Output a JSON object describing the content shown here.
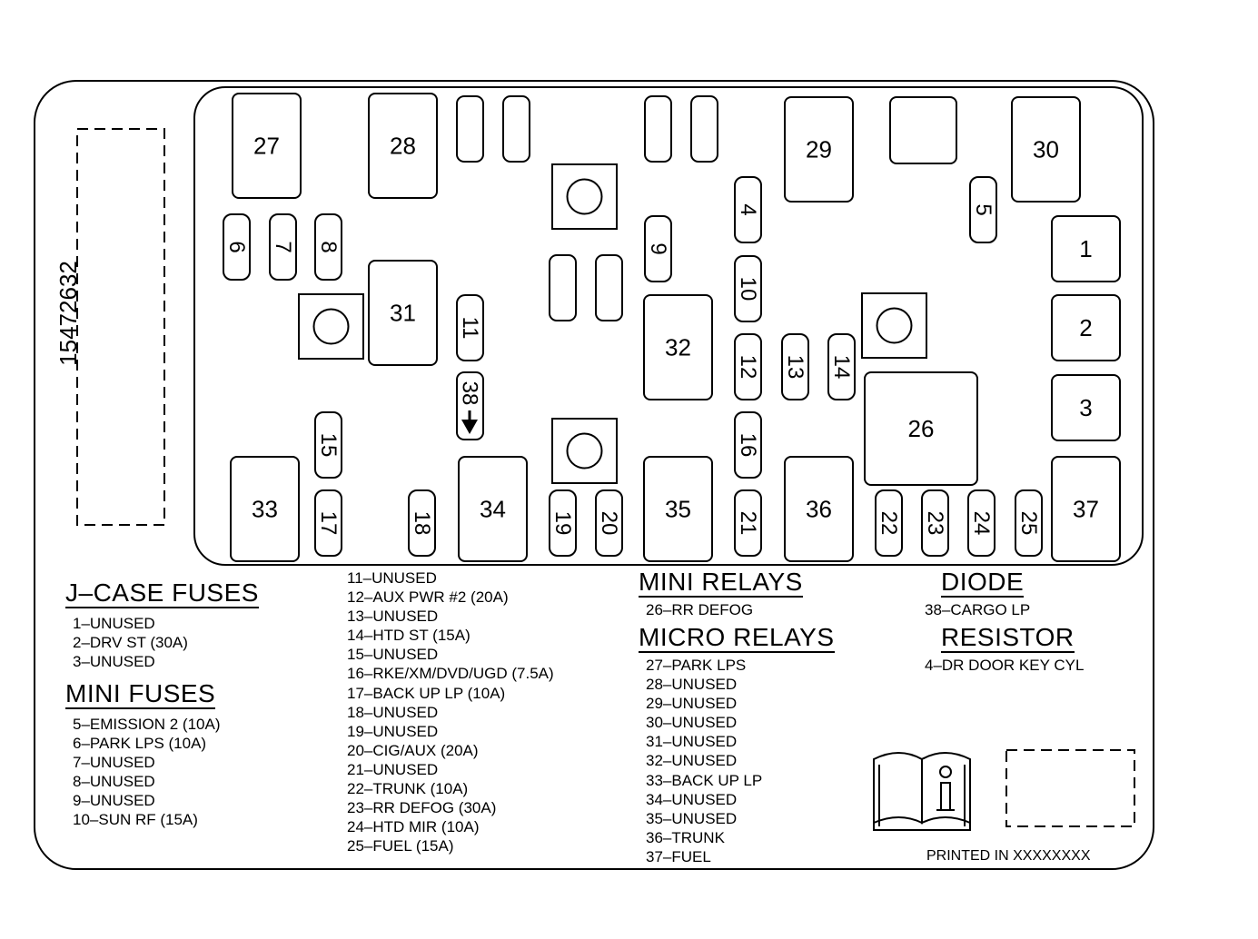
{
  "part_number": "15472632",
  "printed_in": "PRINTED IN XXXXXXXX",
  "boxes": [
    "27",
    "28",
    "29",
    "30",
    "31",
    "32",
    "33",
    "34",
    "35",
    "36",
    "37",
    "26",
    "1",
    "2",
    "3"
  ],
  "fuses": [
    "6",
    "7",
    "8",
    "9",
    "4",
    "10",
    "5",
    "11",
    "12",
    "13",
    "14",
    "15",
    "16",
    "17",
    "18",
    "19",
    "20",
    "21",
    "22",
    "23",
    "24",
    "25"
  ],
  "diode_label": "38",
  "sections": {
    "j_case": {
      "title": "J–CASE FUSES",
      "items": [
        "1–UNUSED",
        "2–DRV ST (30A)",
        "3–UNUSED"
      ]
    },
    "mini_fuses": {
      "title": "MINI FUSES",
      "items": [
        "5–EMISSION 2 (10A)",
        "6–PARK LPS (10A)",
        "7–UNUSED",
        "8–UNUSED",
        "9–UNUSED",
        "10–SUN RF (15A)"
      ]
    },
    "mini_fuses_cont": {
      "items": [
        "11–UNUSED",
        "12–AUX PWR #2 (20A)",
        "13–UNUSED",
        "14–HTD ST (15A)",
        "15–UNUSED",
        "16–RKE/XM/DVD/UGD (7.5A)",
        "17–BACK UP LP (10A)",
        "18–UNUSED",
        "19–UNUSED",
        "20–CIG/AUX (20A)",
        "21–UNUSED",
        "22–TRUNK (10A)",
        "23–RR DEFOG (30A)",
        "24–HTD MIR (10A)",
        "25–FUEL (15A)"
      ]
    },
    "mini_relays": {
      "title": "MINI RELAYS",
      "items": [
        "26–RR DEFOG"
      ]
    },
    "micro_relays": {
      "title": "MICRO RELAYS",
      "items": [
        "27–PARK LPS",
        "28–UNUSED",
        "29–UNUSED",
        "30–UNUSED",
        "31–UNUSED",
        "32–UNUSED",
        "33–BACK UP LP",
        "34–UNUSED",
        "35–UNUSED",
        "36–TRUNK",
        "37–FUEL"
      ]
    },
    "diode": {
      "title": "DIODE",
      "items": [
        "38–CARGO LP"
      ]
    },
    "resistor": {
      "title": "RESISTOR",
      "items": [
        "4–DR DOOR KEY CYL"
      ]
    }
  }
}
